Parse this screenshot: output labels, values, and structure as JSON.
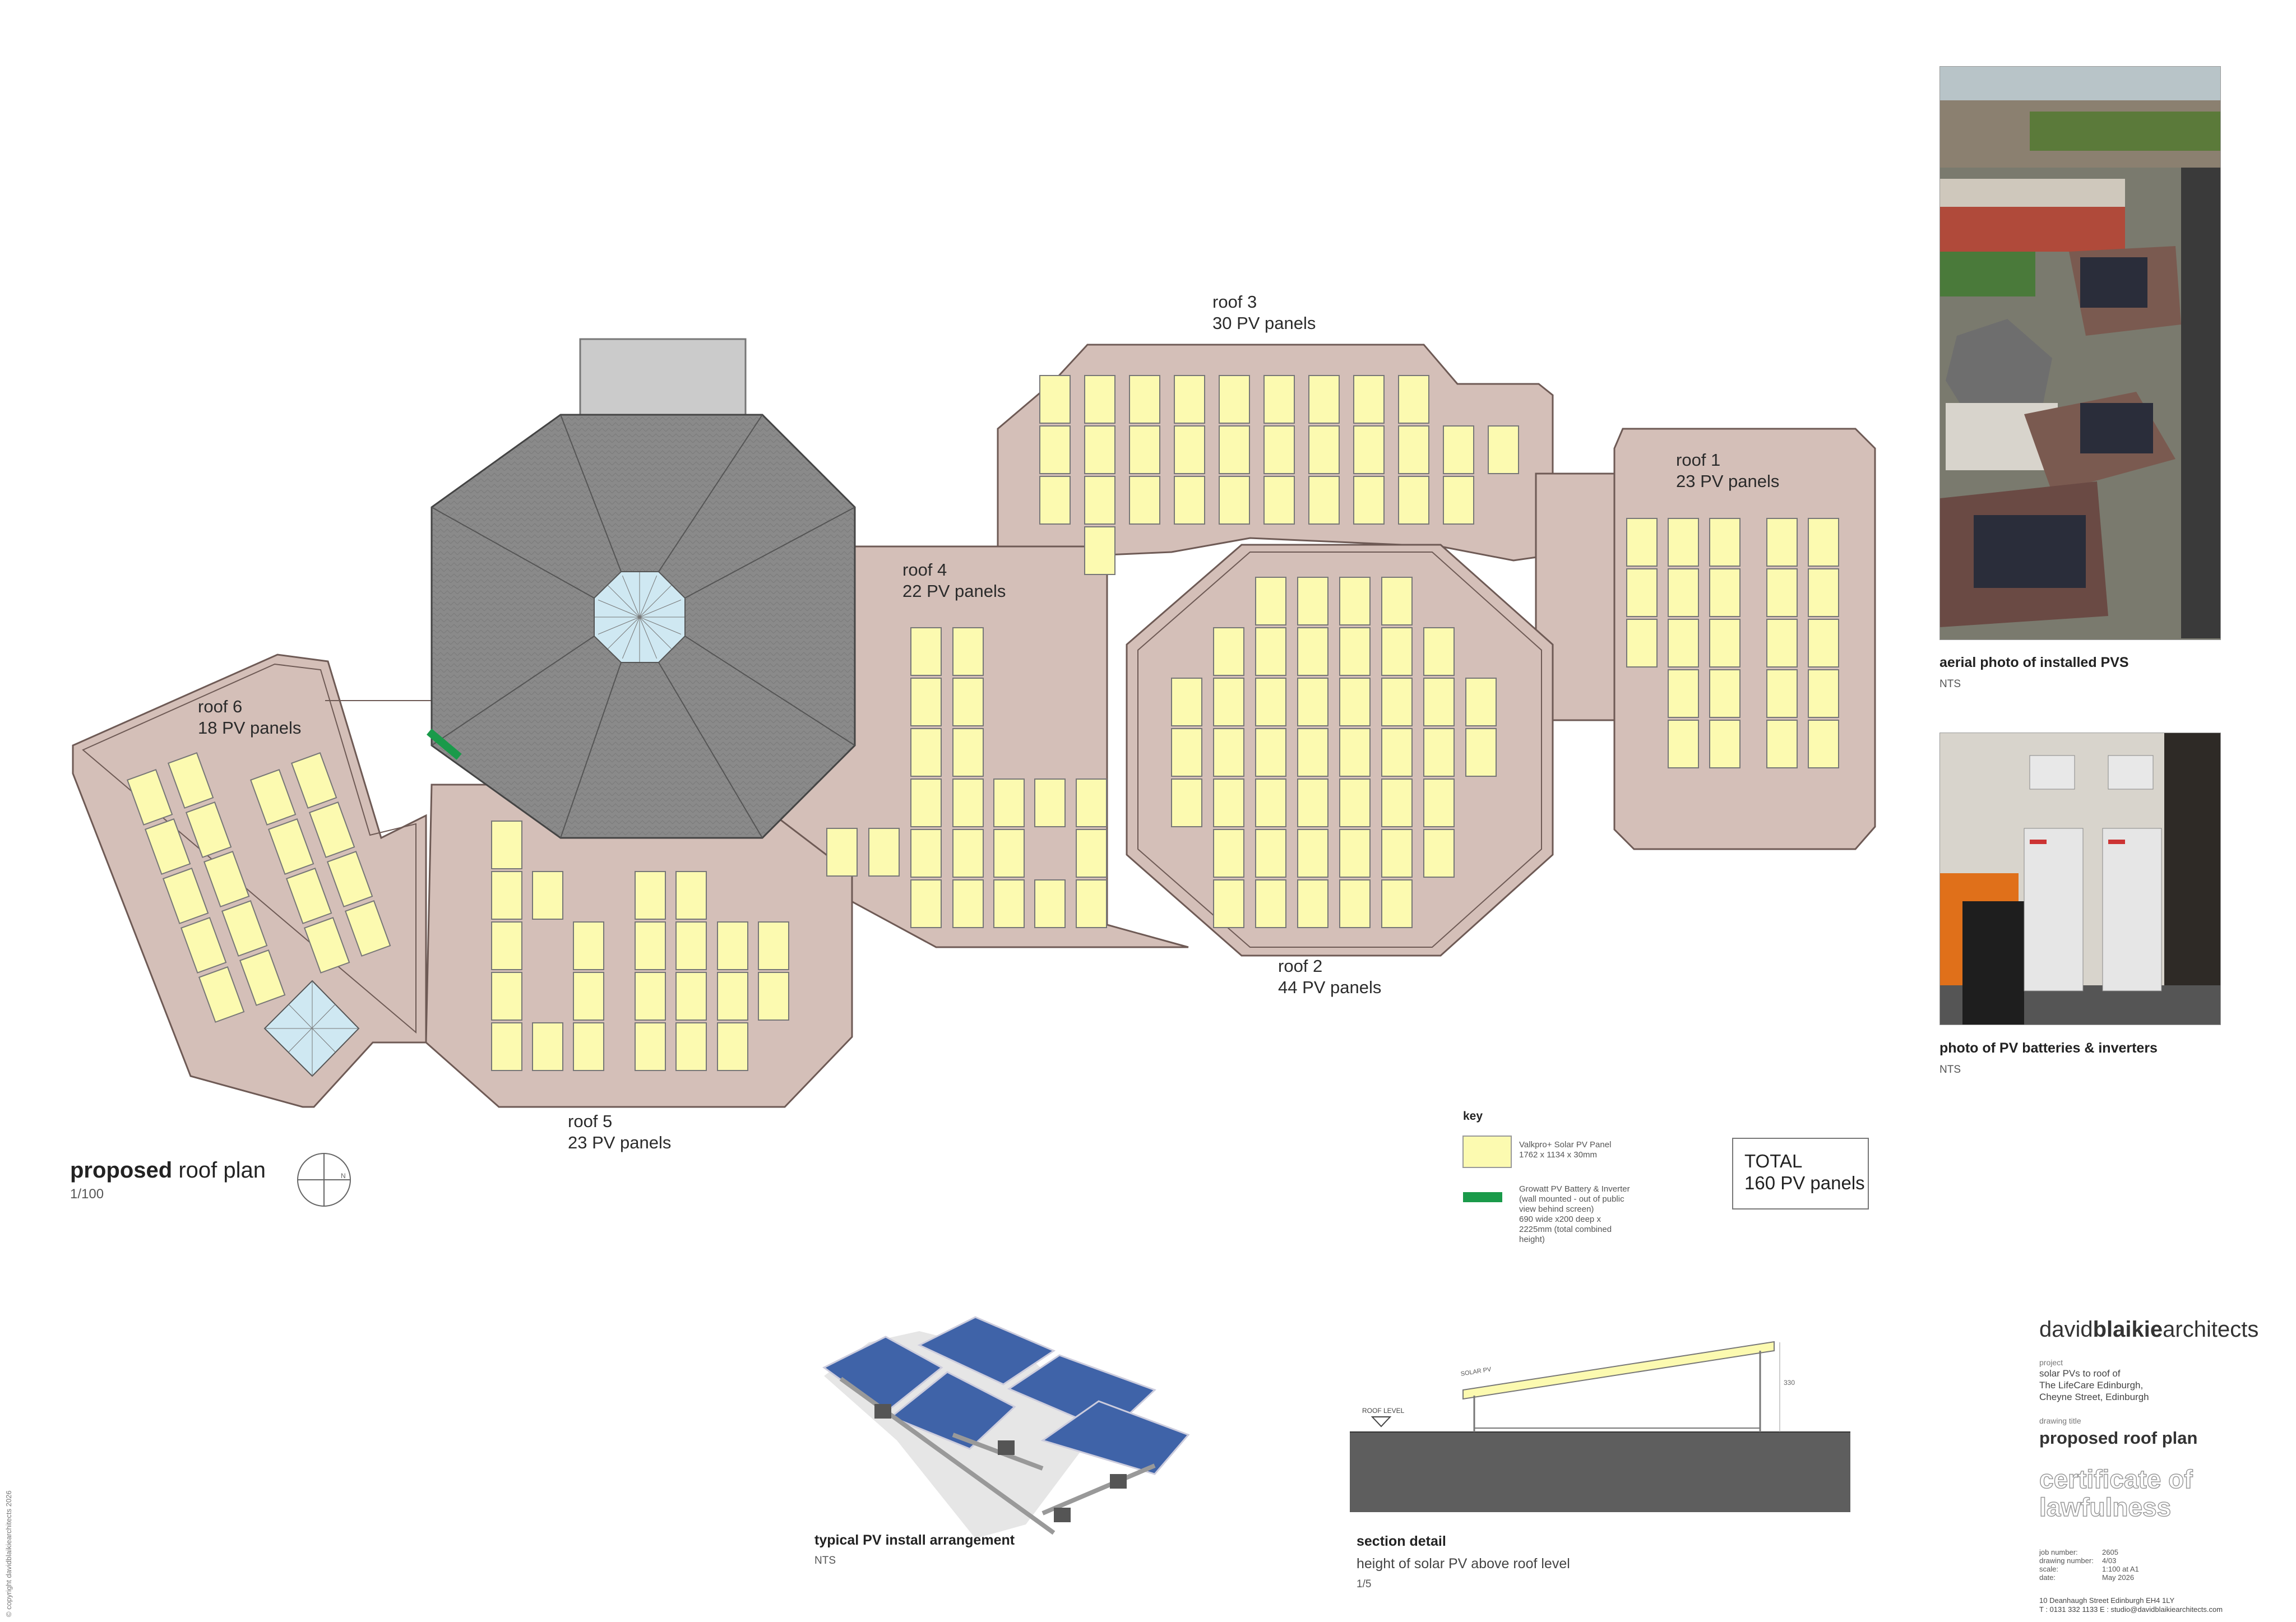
{
  "drawing": {
    "title_bold": "proposed",
    "title_rest": " roof plan",
    "scale": "1/100"
  },
  "roofs": [
    {
      "label": "roof 1",
      "panels": "23 PV panels"
    },
    {
      "label": "roof 2",
      "panels": "44 PV panels"
    },
    {
      "label": "roof 3",
      "panels": "30 PV panels"
    },
    {
      "label": "roof 4",
      "panels": "22 PV panels"
    },
    {
      "label": "roof 5",
      "panels": "23 PV panels"
    },
    {
      "label": "roof 6",
      "panels": "18 PV panels"
    }
  ],
  "key": {
    "heading": "key",
    "pv_panel_line1": "Valkpro+ Solar PV Panel",
    "pv_panel_line2": "1762 x 1134 x 30mm",
    "battery_lines": [
      "Growatt PV Battery & Inverter",
      "(wall mounted - out of public",
      "view behind screen)",
      "690 wide x200 deep x",
      "2225mm (total combined",
      "height)"
    ],
    "panel_color": "#fcfab0",
    "battery_color": "#1a9a4a"
  },
  "total": {
    "line1": "TOTAL",
    "line2": "160 PV panels"
  },
  "photos": [
    {
      "title": "aerial photo of installed PVS",
      "scale": "NTS"
    },
    {
      "title": "photo of PV batteries & inverters",
      "scale": "NTS"
    }
  ],
  "details": {
    "install_title": "typical PV install arrangement",
    "install_scale": "NTS",
    "section_title": "section detail",
    "section_sub": "height of solar PV above roof level",
    "section_scale": "1/5",
    "section_solar_label": "SOLAR PV",
    "section_roof_label": "ROOF LEVEL",
    "section_dim": "330"
  },
  "titleblock": {
    "brand_light1": "david",
    "brand_bold": "blaikie",
    "brand_light2": "architects",
    "project_label": "project",
    "project_lines": [
      "solar PVs to roof of",
      "The LifeCare Edinburgh,",
      "Cheyne Street, Edinburgh"
    ],
    "drawing_title_label": "drawing title",
    "drawing_title": "proposed roof plan",
    "stamp_line1": "certificate of",
    "stamp_line2": "lawfulness",
    "meta": [
      {
        "k": "job number:",
        "v": "2605"
      },
      {
        "k": "drawing number:",
        "v": "4/03"
      },
      {
        "k": "scale:",
        "v": "1:100 at A1"
      },
      {
        "k": "date:",
        "v": "May 2026"
      }
    ],
    "address": "10 Deanhaugh Street   Edinburgh   EH4 1LY",
    "contact": "T : 0131 332 1133   E : studio@davidblaikiearchitects.com",
    "copyright": "© copyright davidblaikiearchitects 2026"
  },
  "colors": {
    "roof_fill": "#d4bfb8",
    "roof_stroke": "#6e5a55",
    "slate": "#8a8a8a",
    "rooflight": "#cfe8f2"
  }
}
